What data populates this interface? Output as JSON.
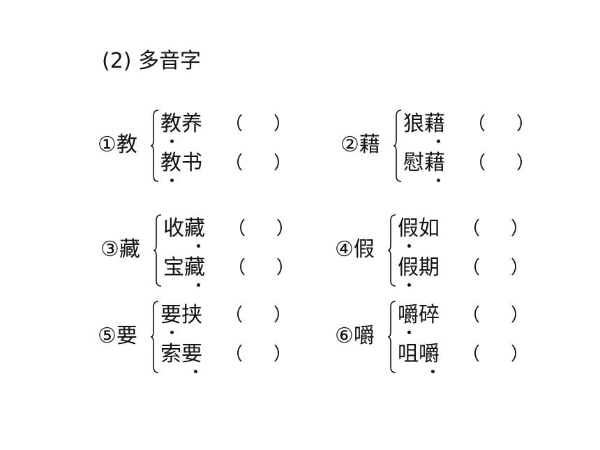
{
  "title": "(2) 多音字",
  "groups": [
    {
      "label": "①教",
      "rows": [
        {
          "word": "教养",
          "open": "（",
          "close": "）"
        },
        {
          "word": "教书",
          "open": "（",
          "close": "）"
        }
      ]
    },
    {
      "label": "②藉",
      "rows": [
        {
          "word": "狼藉",
          "open": "（",
          "close": "）"
        },
        {
          "word": "慰藉",
          "open": "（",
          "close": "）"
        }
      ]
    },
    {
      "label": "③藏",
      "rows": [
        {
          "word": "收藏",
          "open": "（",
          "close": "）"
        },
        {
          "word": "宝藏",
          "open": "（",
          "close": "）"
        }
      ]
    },
    {
      "label": "④假",
      "rows": [
        {
          "word": "假如",
          "open": "（",
          "close": "）"
        },
        {
          "word": "假期",
          "open": "（",
          "close": "）"
        }
      ]
    },
    {
      "label": "⑤要",
      "rows": [
        {
          "word": "要挟",
          "open": "（",
          "close": "）"
        },
        {
          "word": "索要",
          "open": "（",
          "close": "）"
        }
      ]
    },
    {
      "label": "⑥嚼",
      "rows": [
        {
          "word": "嚼碎",
          "open": "（",
          "close": "）"
        },
        {
          "word": "咀嚼",
          "open": "（",
          "close": "）"
        }
      ]
    }
  ]
}
